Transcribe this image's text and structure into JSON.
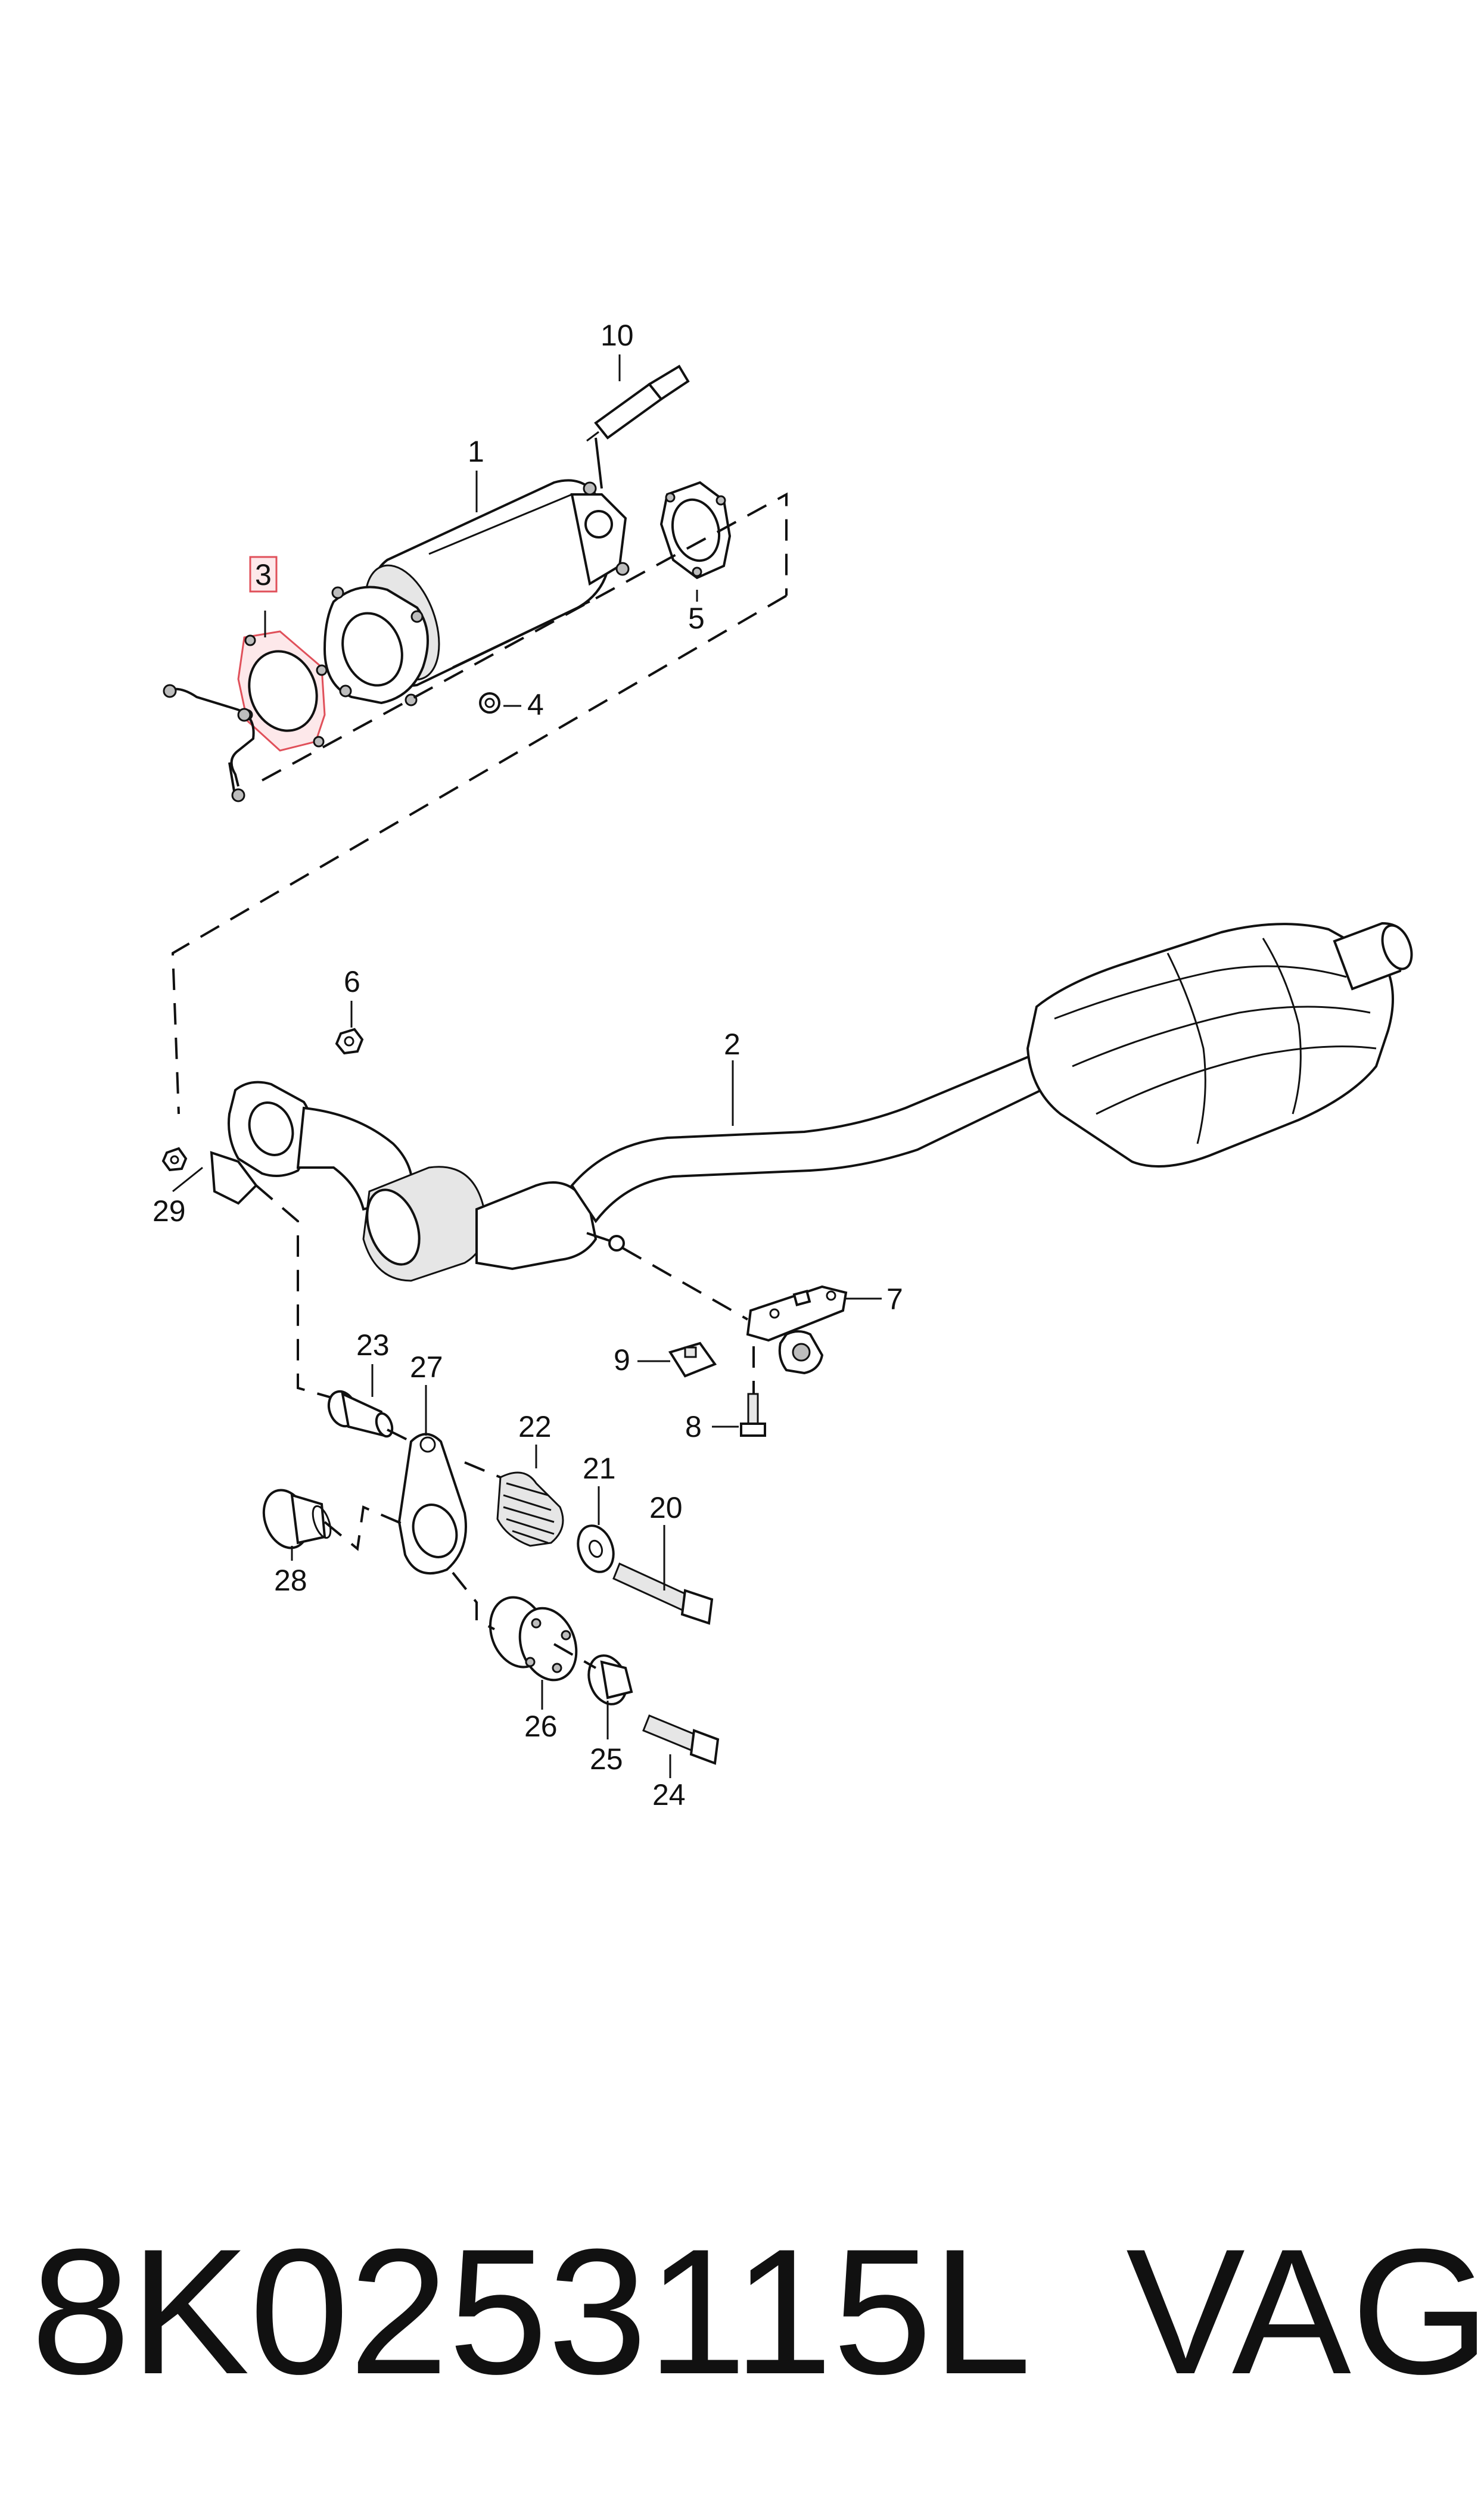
{
  "diagram": {
    "callouts": [
      {
        "id": "c1",
        "text": "1"
      },
      {
        "id": "c2",
        "text": "2"
      },
      {
        "id": "c3",
        "text": "3",
        "highlighted": true
      },
      {
        "id": "c4",
        "text": "4"
      },
      {
        "id": "c5",
        "text": "5"
      },
      {
        "id": "c6",
        "text": "6"
      },
      {
        "id": "c7",
        "text": "7"
      },
      {
        "id": "c8",
        "text": "8"
      },
      {
        "id": "c9",
        "text": "9"
      },
      {
        "id": "c10",
        "text": "10"
      },
      {
        "id": "c20",
        "text": "20"
      },
      {
        "id": "c21",
        "text": "21"
      },
      {
        "id": "c22",
        "text": "22"
      },
      {
        "id": "c23",
        "text": "23"
      },
      {
        "id": "c24",
        "text": "24"
      },
      {
        "id": "c25",
        "text": "25"
      },
      {
        "id": "c26",
        "text": "26"
      },
      {
        "id": "c27",
        "text": "27"
      },
      {
        "id": "c28",
        "text": "28"
      },
      {
        "id": "c29",
        "text": "29"
      }
    ],
    "highlight_color": "#e0505a"
  },
  "footer": {
    "part_number": "8K0253115L",
    "brand": "VAG"
  }
}
